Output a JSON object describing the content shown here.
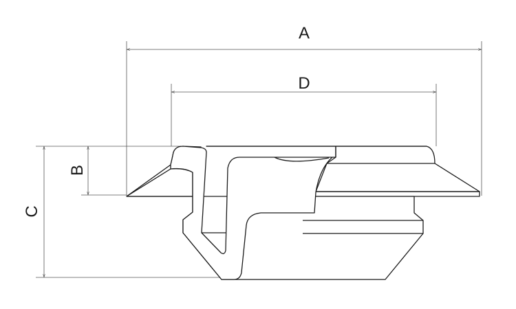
{
  "diagram": {
    "labels": {
      "A": "A",
      "B": "B",
      "C": "C",
      "D": "D"
    },
    "colors": {
      "line": "#1a1a1a",
      "dimension": "#555555"
    }
  }
}
